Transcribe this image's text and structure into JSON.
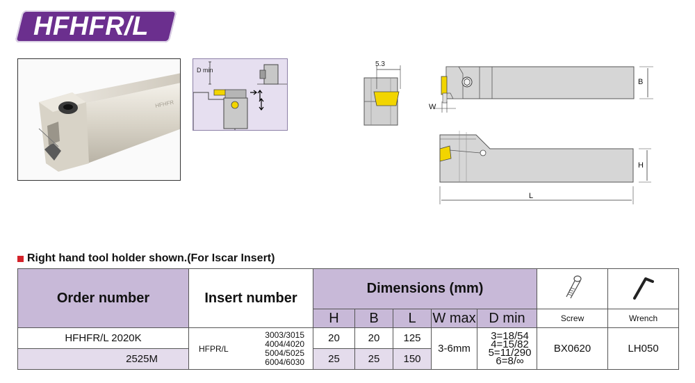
{
  "title": "HFHFR/L",
  "drawing_labels": {
    "dmin": "D min",
    "width_53": "5.3",
    "w": "W",
    "b": "B",
    "h": "H",
    "l": "L"
  },
  "photo": {
    "engraving": "HFHFR"
  },
  "section_heading": "Right hand tool holder shown.(For Iscar Insert)",
  "table": {
    "headers": {
      "order_number": "Order number",
      "insert_number": "Insert number",
      "dimensions": "Dimensions (mm)",
      "h": "H",
      "b": "B",
      "l": "L",
      "wmax": "W max",
      "dmin": "D min",
      "screw": "Screw",
      "wrench": "Wrench"
    },
    "icons": {
      "screw": "screw-icon",
      "wrench": "hex-wrench-icon"
    },
    "rows": [
      {
        "order": "HFHFR/L 2020K",
        "h": "20",
        "b": "20",
        "l": "125"
      },
      {
        "order": "2525M",
        "h": "25",
        "b": "25",
        "l": "150"
      }
    ],
    "insert_series": "HFPR/L",
    "insert_codes": [
      "3003/3015",
      "4004/4020",
      "5004/5025",
      "6004/6030"
    ],
    "wmax": "3-6mm",
    "dmin_values": [
      "3=18/54",
      "4=15/82",
      "5=11/290",
      "6=8/∞"
    ],
    "screw": "BX0620",
    "wrench": "LH050"
  },
  "colors": {
    "badge": "#6b2f8e",
    "header_fill": "#c8b9d8",
    "row_alt": "#e4dcec",
    "insert_yellow": "#f2d500",
    "bullet": "#d4232a"
  }
}
